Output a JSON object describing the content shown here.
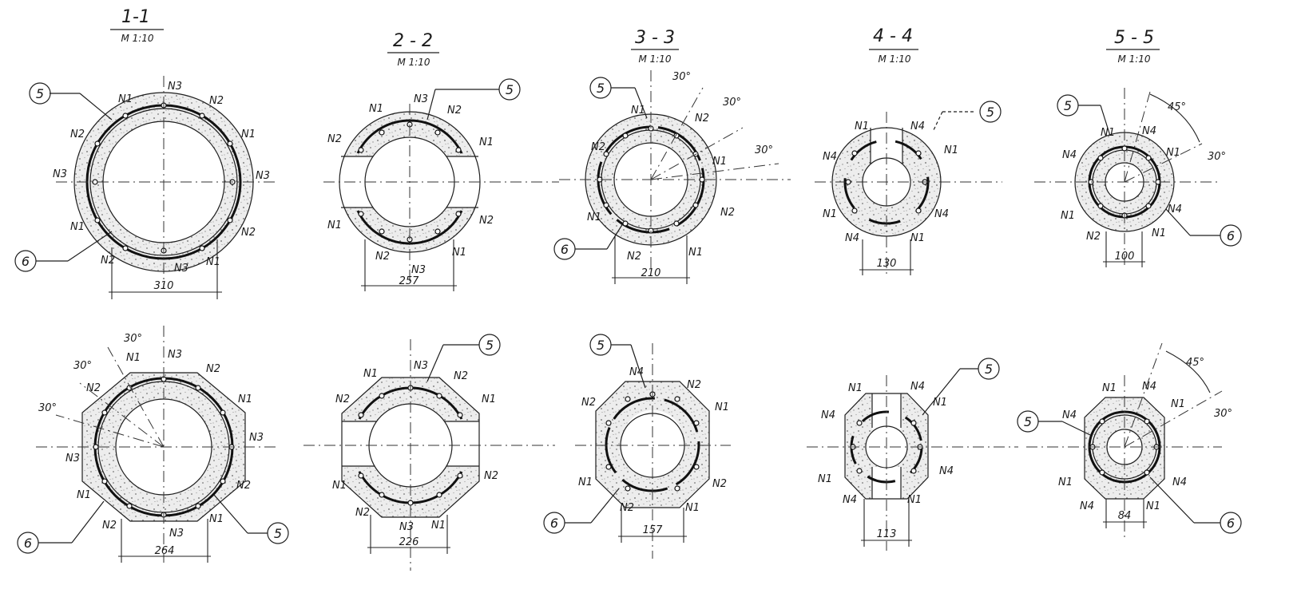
{
  "sheet": {
    "sections": [
      {
        "id": "s11",
        "title": "1-1",
        "scale": "М 1:10"
      },
      {
        "id": "s22",
        "title": "2 - 2",
        "scale": "М 1:10"
      },
      {
        "id": "s33",
        "title": "3 - 3",
        "scale": "М 1:10"
      },
      {
        "id": "s44",
        "title": "4 - 4",
        "scale": "М 1:10"
      },
      {
        "id": "s55",
        "title": "5 - 5",
        "scale": "М 1:10"
      }
    ],
    "dimensions": {
      "s11_round": "310",
      "s22_round": "257",
      "s33_round": "210",
      "s44_round": "130",
      "s55_round": "100",
      "s11_oct": "264",
      "s22_oct": "226",
      "s33_oct": "157",
      "s44_oct": "113",
      "s55_oct": "84"
    },
    "angles": {
      "a30": "30°",
      "a45": "45°"
    },
    "callouts": {
      "c5": "5",
      "c6": "6"
    },
    "bars": {
      "n1": "N1",
      "n2": "N2",
      "n3": "N3",
      "n4": "N4"
    }
  }
}
